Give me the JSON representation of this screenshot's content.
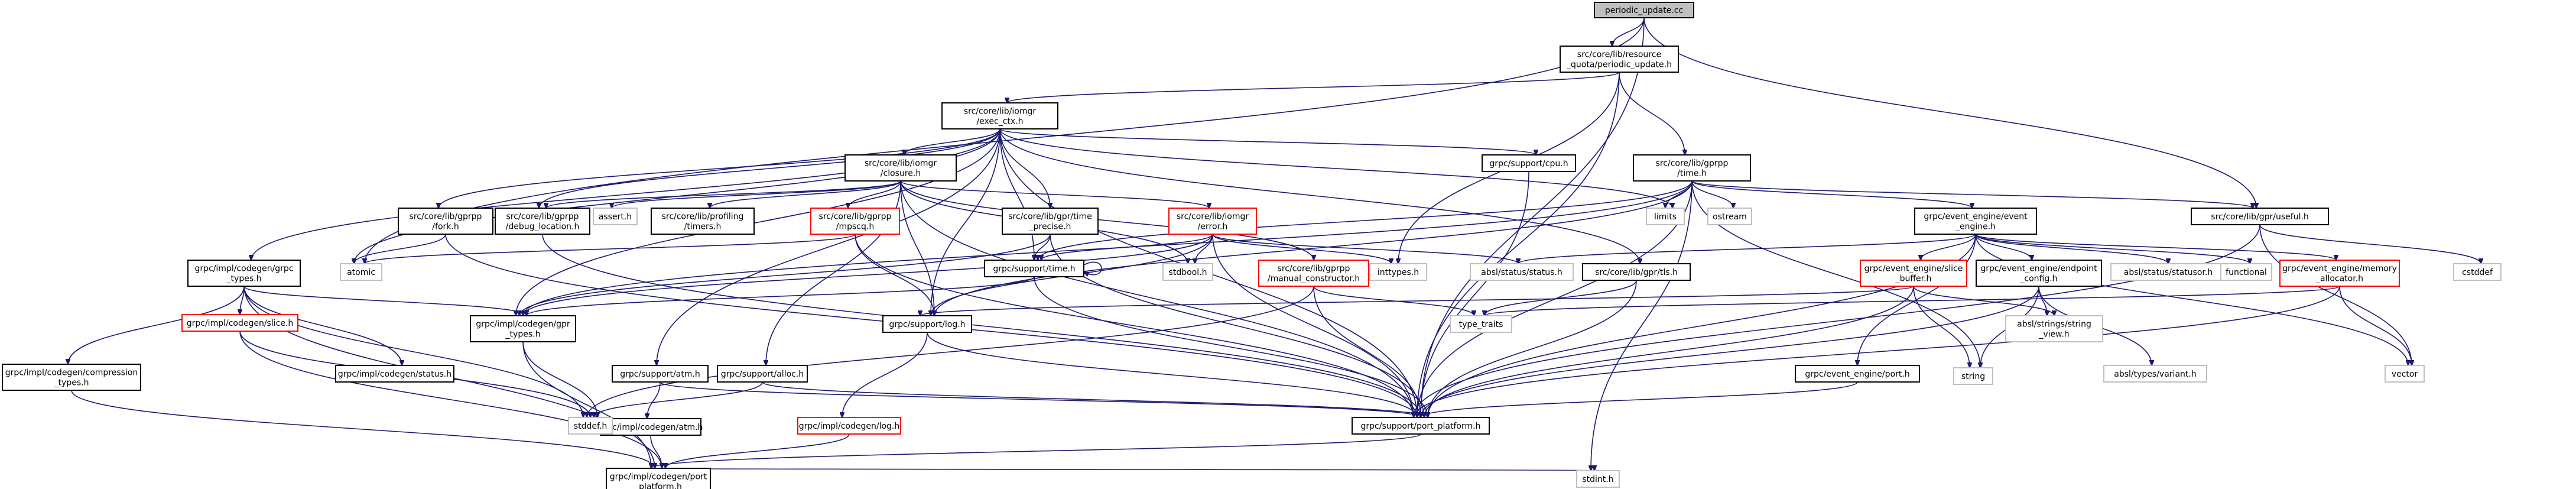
{
  "colors": {
    "root_fill": "#bfbfbf",
    "default_border": "#000000",
    "missing_border": "#bfbfbf",
    "incomplete_border": "#ff0000",
    "missing_text": "#000000",
    "incomplete_text": "#ff0000",
    "edge": "#191970"
  },
  "nodes": [
    {
      "id": "root",
      "lines": [
        "periodic_update.cc"
      ],
      "kind": "root"
    },
    {
      "id": "resq",
      "lines": [
        "src/core/lib/resource",
        "_quota/periodic_update.h"
      ],
      "kind": "normal"
    },
    {
      "id": "exec",
      "lines": [
        "src/core/lib/iomgr",
        "/exec_ctx.h"
      ],
      "kind": "normal"
    },
    {
      "id": "gtime",
      "lines": [
        "src/core/lib/gprpp",
        "/time.h"
      ],
      "kind": "normal"
    },
    {
      "id": "useful",
      "lines": [
        "src/core/lib/gpr/useful.h"
      ],
      "kind": "normal"
    },
    {
      "id": "gcpu",
      "lines": [
        "grpc/support/cpu.h"
      ],
      "kind": "normal"
    },
    {
      "id": "closure",
      "lines": [
        "src/core/lib/iomgr",
        "/closure.h"
      ],
      "kind": "normal"
    },
    {
      "id": "eeng",
      "lines": [
        "grpc/event_engine/event",
        "_engine.h"
      ],
      "kind": "normal"
    },
    {
      "id": "fork",
      "lines": [
        "src/core/lib/gprpp",
        "/fork.h"
      ],
      "kind": "normal"
    },
    {
      "id": "dbgloc",
      "lines": [
        "src/core/lib/gprpp",
        "/debug_location.h"
      ],
      "kind": "normal"
    },
    {
      "id": "assert",
      "lines": [
        "assert.h"
      ],
      "kind": "missing"
    },
    {
      "id": "timers",
      "lines": [
        "src/core/lib/profiling",
        "/timers.h"
      ],
      "kind": "normal"
    },
    {
      "id": "mpscq",
      "lines": [
        "src/core/lib/gprpp",
        "/mpscq.h"
      ],
      "kind": "incomplete"
    },
    {
      "id": "gprtime",
      "lines": [
        "src/core/lib/gpr/time",
        "_precise.h"
      ],
      "kind": "normal"
    },
    {
      "id": "error",
      "lines": [
        "src/core/lib/iomgr",
        "/error.h"
      ],
      "kind": "incomplete"
    },
    {
      "id": "limits",
      "lines": [
        "limits"
      ],
      "kind": "missing"
    },
    {
      "id": "ostream",
      "lines": [
        "ostream"
      ],
      "kind": "missing"
    },
    {
      "id": "grpctypes",
      "lines": [
        "grpc/impl/codegen/grpc",
        "_types.h"
      ],
      "kind": "normal"
    },
    {
      "id": "atomic",
      "lines": [
        "atomic"
      ],
      "kind": "missing"
    },
    {
      "id": "stime",
      "lines": [
        "grpc/support/time.h"
      ],
      "kind": "normal"
    },
    {
      "id": "stdbool",
      "lines": [
        "stdbool.h"
      ],
      "kind": "missing"
    },
    {
      "id": "manual",
      "lines": [
        "src/core/lib/gprpp",
        "/manual_constructor.h"
      ],
      "kind": "incomplete"
    },
    {
      "id": "inttypes",
      "lines": [
        "inttypes.h"
      ],
      "kind": "missing"
    },
    {
      "id": "abslstatus",
      "lines": [
        "absl/status/status.h"
      ],
      "kind": "missing"
    },
    {
      "id": "gprtls",
      "lines": [
        "src/core/lib/gpr/tls.h"
      ],
      "kind": "normal"
    },
    {
      "id": "slicebuf",
      "lines": [
        "grpc/event_engine/slice",
        "_buffer.h"
      ],
      "kind": "incomplete"
    },
    {
      "id": "endcfg",
      "lines": [
        "grpc/event_engine/endpoint",
        "_config.h"
      ],
      "kind": "normal"
    },
    {
      "id": "statusor",
      "lines": [
        "absl/status/statusor.h"
      ],
      "kind": "missing"
    },
    {
      "id": "functional",
      "lines": [
        "functional"
      ],
      "kind": "missing"
    },
    {
      "id": "memalloc",
      "lines": [
        "grpc/event_engine/memory",
        "_allocator.h"
      ],
      "kind": "incomplete"
    },
    {
      "id": "cstddef",
      "lines": [
        "cstddef"
      ],
      "kind": "missing"
    },
    {
      "id": "compr",
      "lines": [
        "grpc/impl/codegen/compression",
        "_types.h"
      ],
      "kind": "normal"
    },
    {
      "id": "islice",
      "lines": [
        "grpc/impl/codegen/slice.h"
      ],
      "kind": "incomplete"
    },
    {
      "id": "gprtypes",
      "lines": [
        "grpc/impl/codegen/gpr",
        "_types.h"
      ],
      "kind": "normal"
    },
    {
      "id": "istatus",
      "lines": [
        "grpc/impl/codegen/status.h"
      ],
      "kind": "normal"
    },
    {
      "id": "satm",
      "lines": [
        "grpc/support/atm.h"
      ],
      "kind": "normal"
    },
    {
      "id": "salloc",
      "lines": [
        "grpc/support/alloc.h"
      ],
      "kind": "normal"
    },
    {
      "id": "slog",
      "lines": [
        "grpc/support/log.h"
      ],
      "kind": "normal"
    },
    {
      "id": "typetraits",
      "lines": [
        "type_traits"
      ],
      "kind": "missing"
    },
    {
      "id": "strview",
      "lines": [
        "absl/strings/string",
        "_view.h"
      ],
      "kind": "missing"
    },
    {
      "id": "string",
      "lines": [
        "string"
      ],
      "kind": "missing"
    },
    {
      "id": "variant",
      "lines": [
        "absl/types/variant.h"
      ],
      "kind": "missing"
    },
    {
      "id": "vector",
      "lines": [
        "vector"
      ],
      "kind": "missing"
    },
    {
      "id": "eport",
      "lines": [
        "grpc/event_engine/port.h"
      ],
      "kind": "normal"
    },
    {
      "id": "iatm",
      "lines": [
        "grpc/impl/codegen/atm.h"
      ],
      "kind": "normal"
    },
    {
      "id": "ilog",
      "lines": [
        "grpc/impl/codegen/log.h"
      ],
      "kind": "incomplete"
    },
    {
      "id": "stddef",
      "lines": [
        "stddef.h"
      ],
      "kind": "missing"
    },
    {
      "id": "sport",
      "lines": [
        "grpc/support/port_platform.h"
      ],
      "kind": "normal"
    },
    {
      "id": "iport",
      "lines": [
        "grpc/impl/codegen/port",
        "_platform.h"
      ],
      "kind": "normal"
    },
    {
      "id": "stdint",
      "lines": [
        "stdint.h"
      ],
      "kind": "missing"
    }
  ],
  "edges": [
    [
      "root",
      "resq"
    ],
    [
      "root",
      "useful"
    ],
    [
      "root",
      "sport"
    ],
    [
      "root",
      "atomic"
    ],
    [
      "resq",
      "exec"
    ],
    [
      "resq",
      "gtime"
    ],
    [
      "resq",
      "sport"
    ],
    [
      "resq",
      "inttypes"
    ],
    [
      "exec",
      "closure"
    ],
    [
      "exec",
      "grpctypes"
    ],
    [
      "exec",
      "gprtypes"
    ],
    [
      "exec",
      "satm"
    ],
    [
      "exec",
      "stime"
    ],
    [
      "exec",
      "slog"
    ],
    [
      "exec",
      "gcpu"
    ],
    [
      "exec",
      "fork"
    ],
    [
      "exec",
      "dbgloc"
    ],
    [
      "exec",
      "gprtime"
    ],
    [
      "exec",
      "gprtls"
    ],
    [
      "exec",
      "limits"
    ],
    [
      "exec",
      "atomic"
    ],
    [
      "exec",
      "sport"
    ],
    [
      "gtime",
      "gprtypes"
    ],
    [
      "gtime",
      "stime"
    ],
    [
      "gtime",
      "slog"
    ],
    [
      "gtime",
      "useful"
    ],
    [
      "gtime",
      "eeng"
    ],
    [
      "gtime",
      "limits"
    ],
    [
      "gtime",
      "ostream"
    ],
    [
      "gtime",
      "string"
    ],
    [
      "gtime",
      "stdint"
    ],
    [
      "gtime",
      "sport"
    ],
    [
      "gcpu",
      "sport"
    ],
    [
      "useful",
      "cstddef"
    ],
    [
      "useful",
      "vector"
    ],
    [
      "useful",
      "sport"
    ],
    [
      "closure",
      "assert"
    ],
    [
      "closure",
      "stdbool"
    ],
    [
      "closure",
      "dbgloc"
    ],
    [
      "closure",
      "timers"
    ],
    [
      "closure",
      "mpscq"
    ],
    [
      "closure",
      "error"
    ],
    [
      "closure",
      "manual"
    ],
    [
      "closure",
      "salloc"
    ],
    [
      "closure",
      "slog"
    ],
    [
      "closure",
      "sport"
    ],
    [
      "eeng",
      "abslstatus"
    ],
    [
      "eeng",
      "statusor"
    ],
    [
      "eeng",
      "functional"
    ],
    [
      "eeng",
      "slicebuf"
    ],
    [
      "eeng",
      "endcfg"
    ],
    [
      "eeng",
      "memalloc"
    ],
    [
      "eeng",
      "eport"
    ],
    [
      "eeng",
      "vector"
    ],
    [
      "eeng",
      "sport"
    ],
    [
      "fork",
      "atomic"
    ],
    [
      "fork",
      "sport"
    ],
    [
      "dbgloc",
      "sport"
    ],
    [
      "mpscq",
      "atomic"
    ],
    [
      "mpscq",
      "slog"
    ],
    [
      "mpscq",
      "sport"
    ],
    [
      "gprtime",
      "gprtypes"
    ],
    [
      "gprtime",
      "stime"
    ],
    [
      "gprtime",
      "sport"
    ],
    [
      "error",
      "stdbool"
    ],
    [
      "error",
      "inttypes"
    ],
    [
      "error",
      "abslstatus"
    ],
    [
      "error",
      "gprtypes"
    ],
    [
      "error",
      "slog"
    ],
    [
      "error",
      "stime"
    ],
    [
      "error",
      "sport"
    ],
    [
      "grpctypes",
      "compr"
    ],
    [
      "grpctypes",
      "islice"
    ],
    [
      "grpctypes",
      "gprtypes"
    ],
    [
      "grpctypes",
      "istatus"
    ],
    [
      "grpctypes",
      "stddef"
    ],
    [
      "grpctypes",
      "iport"
    ],
    [
      "stime",
      "stime"
    ],
    [
      "stime",
      "gprtypes"
    ],
    [
      "stime",
      "sport"
    ],
    [
      "manual",
      "typetraits"
    ],
    [
      "manual",
      "stddef"
    ],
    [
      "manual",
      "sport"
    ],
    [
      "gprtls",
      "typetraits"
    ],
    [
      "gprtls",
      "sport"
    ],
    [
      "slicebuf",
      "slog"
    ],
    [
      "slicebuf",
      "string"
    ],
    [
      "slicebuf",
      "strview"
    ],
    [
      "slicebuf",
      "sport"
    ],
    [
      "endcfg",
      "string"
    ],
    [
      "endcfg",
      "strview"
    ],
    [
      "endcfg",
      "variant"
    ],
    [
      "endcfg",
      "sport"
    ],
    [
      "memalloc",
      "typetraits"
    ],
    [
      "memalloc",
      "vector"
    ],
    [
      "memalloc",
      "sport"
    ],
    [
      "compr",
      "iport"
    ],
    [
      "islice",
      "stddef"
    ],
    [
      "islice",
      "iport"
    ],
    [
      "gprtypes",
      "stddef"
    ],
    [
      "gprtypes",
      "iport"
    ],
    [
      "satm",
      "iatm"
    ],
    [
      "satm",
      "sport"
    ],
    [
      "salloc",
      "stddef"
    ],
    [
      "salloc",
      "sport"
    ],
    [
      "slog",
      "ilog"
    ],
    [
      "slog",
      "sport"
    ],
    [
      "eport",
      "sport"
    ],
    [
      "iatm",
      "iport"
    ],
    [
      "ilog",
      "iport"
    ],
    [
      "sport",
      "iport"
    ],
    [
      "iport",
      "stdint"
    ]
  ]
}
